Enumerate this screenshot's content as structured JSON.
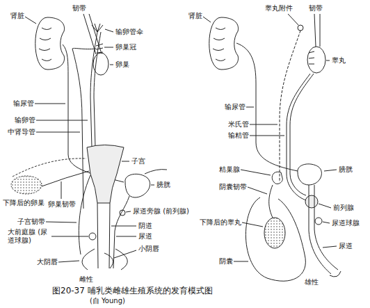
{
  "diagram": {
    "caption": "图20-37 哺乳类雌雄生殖系统的发育模式图",
    "labels": [
      "肾脏",
      "韧带",
      "输卵管伞",
      "卵巢冠",
      "卵巢",
      "输尿管",
      "输卵管",
      "中肾导管",
      "子宫",
      "膀胱",
      "下降后的卵巢",
      "卵巢韧带",
      "尿道旁腺 (前列腺)",
      "子宫韧带",
      "阴道",
      "大前庭腺 (尿道球腺)",
      "尿道",
      "小阴唇",
      "大阴唇",
      "雌性",
      "肾脏",
      "睾丸附件",
      "韧带",
      "睾丸",
      "输尿管",
      "米氏管",
      "输精管",
      "精巢腺",
      "膀胱",
      "阴囊韧带",
      "前列腺",
      "下降后的睾丸",
      "尿道球腺",
      "尿道",
      "阴囊",
      "雄性",
      "(自 Young)"
    ]
  }
}
